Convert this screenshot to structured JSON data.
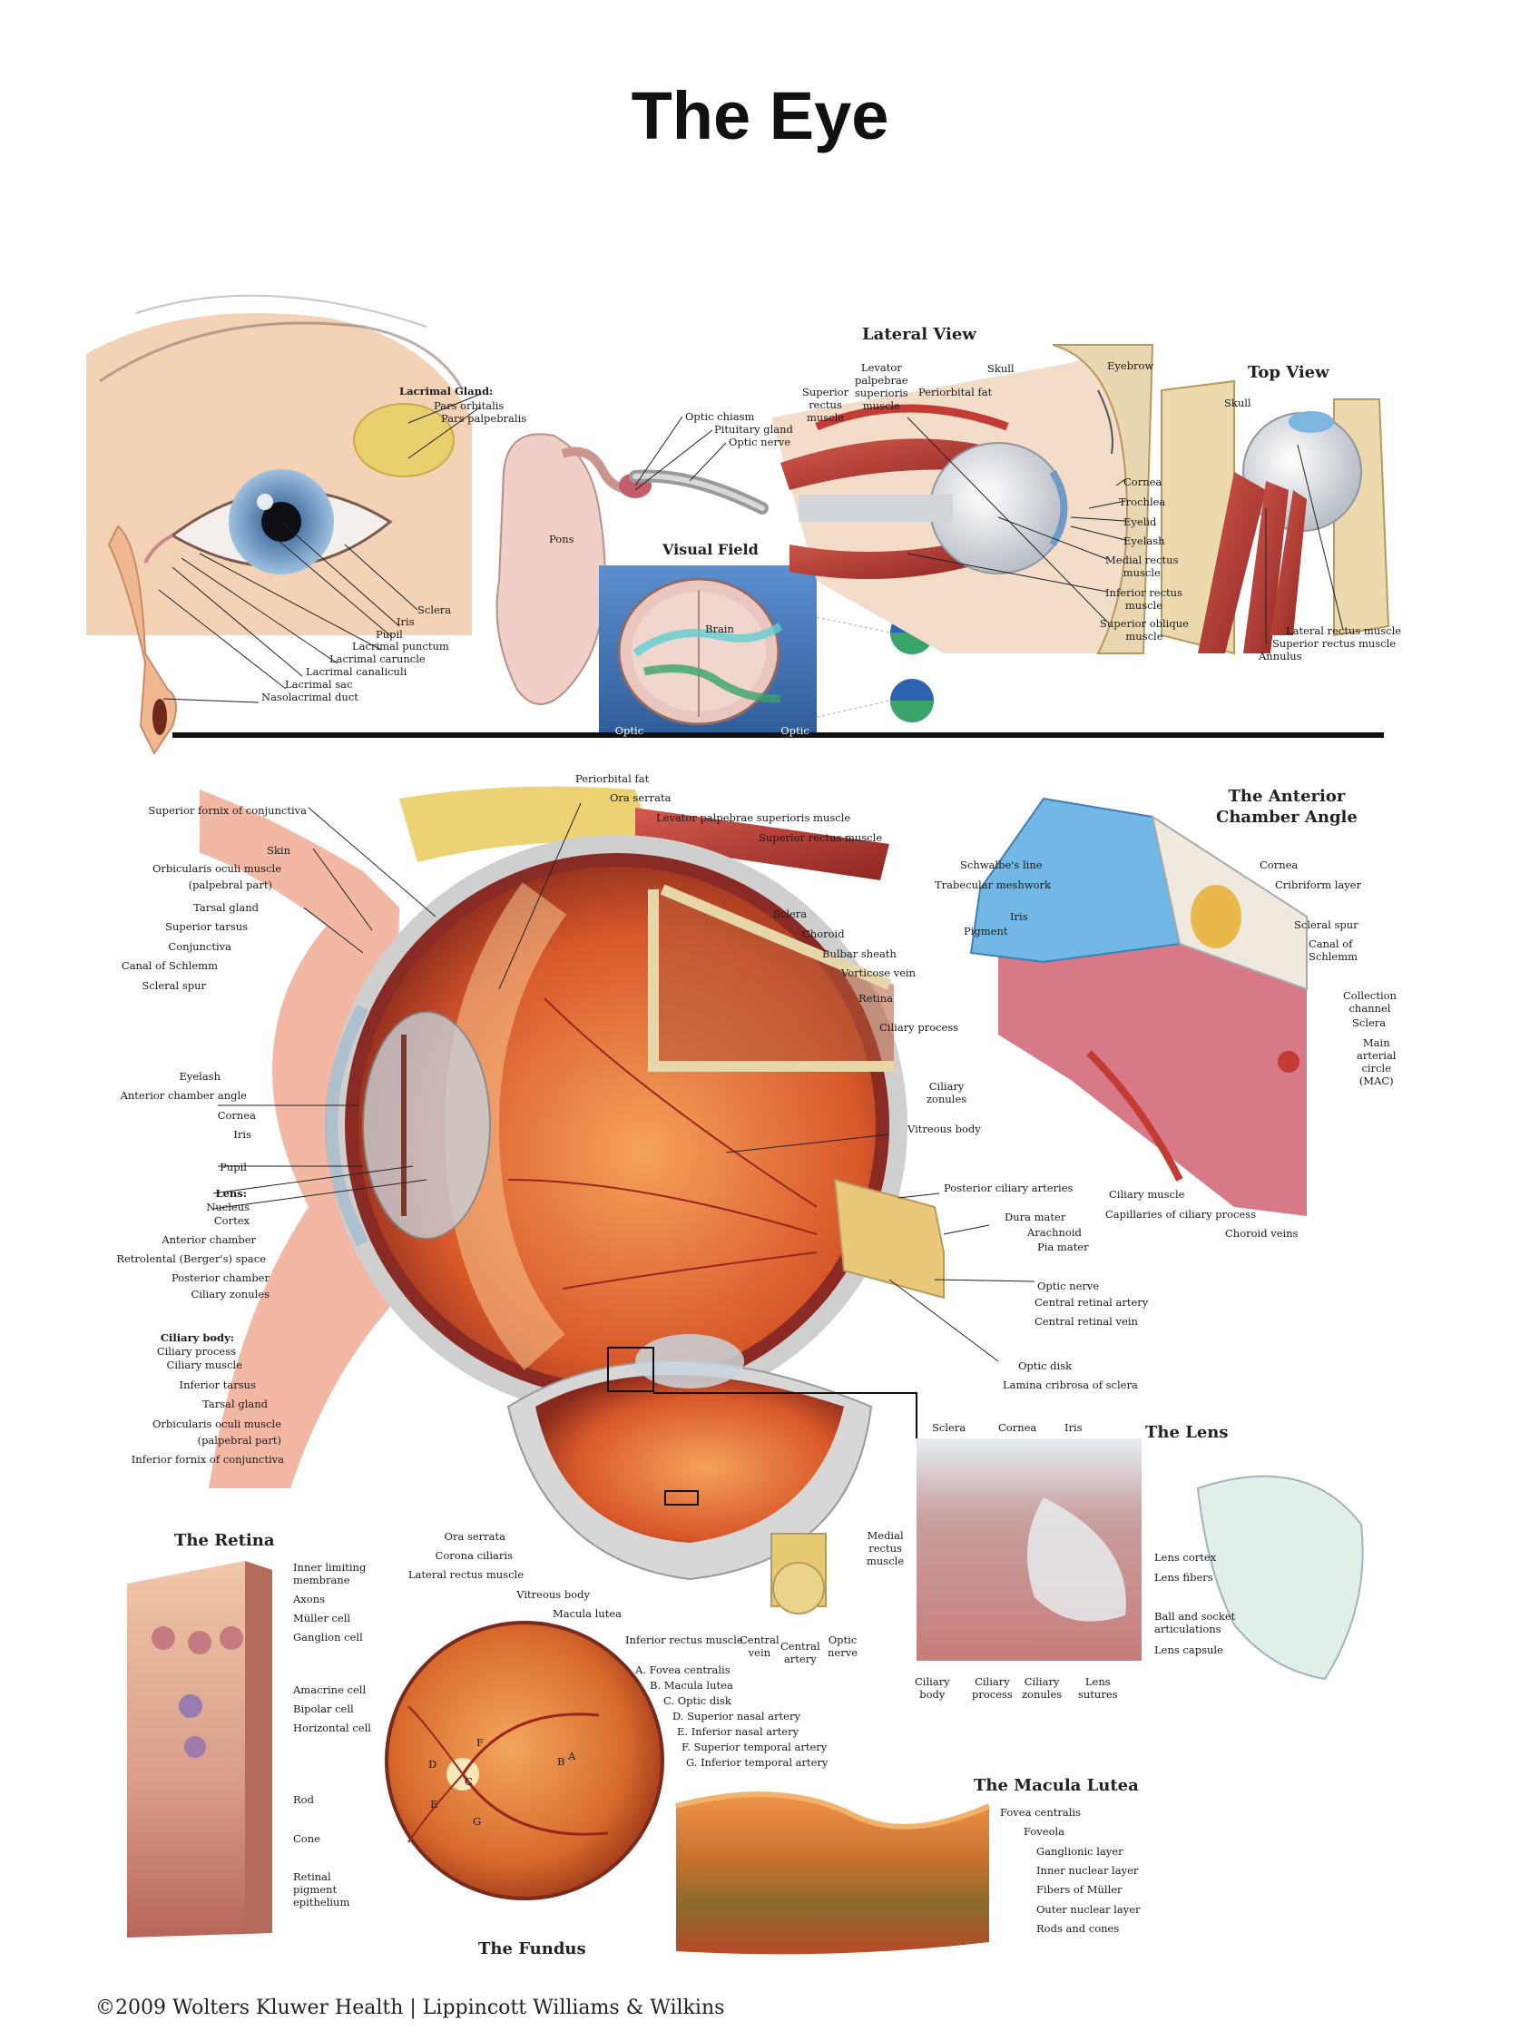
{
  "title": "The Eye",
  "sections": {
    "lateral_view": "Lateral View",
    "top_view": "Top View",
    "visual_field": "Visual Field",
    "anterior_chamber": "The Anterior\nChamber Angle",
    "lens": "The Lens",
    "retina": "The Retina",
    "fundus": "The Fundus",
    "macula": "The Macula Lutea"
  },
  "external": {
    "lacrimal_gland": "Lacrimal Gland:",
    "pars_orbitalis": "Pars orbitalis",
    "pars_palpebralis": "Pars palpebralis",
    "sclera": "Sclera",
    "iris": "Iris",
    "pupil": "Pupil",
    "lacrimal_punctum": "Lacrimal punctum",
    "lacrimal_caruncle": "Lacrimal caruncle",
    "lacrimal_canaliculi": "Lacrimal canaliculi",
    "lacrimal_sac": "Lacrimal sac",
    "nasolacrimal_duct": "Nasolacrimal duct"
  },
  "brain": {
    "optic_chiasm": "Optic chiasm",
    "pituitary_gland": "Pituitary gland",
    "optic_nerve": "Optic nerve",
    "pons": "Pons",
    "brain": "Brain",
    "optic_radiations": "Optic\nradiations",
    "optic_chiasma": "Optic\nchiasma"
  },
  "lateral": {
    "superior_rectus": "Superior\nrectus\nmuscle",
    "levator": "Levator\npalpebrae\nsuperioris\nmuscle",
    "periorbital_fat": "Periorbital fat",
    "skull": "Skull",
    "eyebrow": "Eyebrow",
    "cornea": "Cornea",
    "trochlea": "Trochlea",
    "eyelid": "Eyelid",
    "eyelash": "Eyelash",
    "medial_rectus": "Medial rectus\nmuscle",
    "inferior_rectus": "Inferior rectus\nmuscle",
    "superior_oblique": "Superior oblique\nmuscle"
  },
  "top": {
    "skull": "Skull",
    "lateral_rectus": "Lateral rectus muscle",
    "superior_rectus": "Superior rectus muscle",
    "annulus": "Annulus"
  },
  "section_left": [
    "Superior fornix of conjunctiva",
    "Skin",
    "Orbicularis oculi muscle",
    "(palpebral part)",
    "Tarsal gland",
    "Superior tarsus",
    "Conjunctiva",
    "Canal of Schlemm",
    "Scleral spur",
    "Eyelash",
    "Anterior chamber angle",
    "Cornea",
    "Iris",
    "Pupil",
    "Lens:",
    "Nucleus",
    "Cortex",
    "Anterior chamber",
    "Retrolental (Berger's) space",
    "Posterior chamber",
    "Ciliary zonules",
    "Ciliary body:",
    "Ciliary process",
    "Ciliary muscle",
    "Inferior tarsus",
    "Tarsal gland",
    "Orbicularis oculi muscle",
    "(palpebral part)",
    "Inferior fornix of conjunctiva"
  ],
  "section_top": {
    "periorbital_fat": "Periorbital fat",
    "ora_serrata": "Ora serrata",
    "levator": "Levator palpebrae superioris muscle",
    "superior_rectus": "Superior rectus muscle"
  },
  "section_right": [
    "Sclera",
    "Choroid",
    "Bulbar sheath",
    "Vorticose vein",
    "Retina",
    "Vitreous body",
    "Posterior ciliary arteries",
    "Dura mater",
    "Arachnoid",
    "Pia mater",
    "Optic nerve",
    "Central retinal artery",
    "Central retinal vein",
    "Optic disk",
    "Lamina cribrosa of sclera"
  ],
  "anterior_chamber_labels": {
    "schwalbe": "Schwalbe's line",
    "trabecular": "Trabecular meshwork",
    "iris": "Iris",
    "pigment": "Pigment",
    "cornea": "Cornea",
    "cribriform": "Cribriform layer",
    "scleral_spur": "Scleral spur",
    "canal": "Canal of\nSchlemm",
    "collection": "Collection\nchannel",
    "sclera": "Sclera",
    "main_arterial": "Main\narterial\ncircle\n(MAC)",
    "ciliary_process": "Ciliary process",
    "ciliary_zonules": "Ciliary\nzonules",
    "ciliary_muscle": "Ciliary muscle",
    "capillaries": "Capillaries of ciliary process",
    "choroid_veins": "Choroid veins"
  },
  "lower_eye": {
    "ora_serrata": "Ora serrata",
    "corona_ciliaris": "Corona ciliaris",
    "lateral_rectus": "Lateral rectus muscle",
    "vitreous_body": "Vitreous body",
    "macula_lutea": "Macula lutea",
    "inferior_rectus": "Inferior rectus muscle",
    "central_vein": "Central\nvein",
    "central_artery": "Central\nartery",
    "optic_nerve": "Optic\nnerve",
    "medial_rectus": "Medial\nrectus\nmuscle"
  },
  "lens_labels": {
    "sclera": "Sclera",
    "cornea": "Cornea",
    "iris": "Iris",
    "lens_cortex": "Lens cortex",
    "lens_fibers": "Lens fibers",
    "ball_socket": "Ball and socket\narticulations",
    "lens_capsule": "Lens capsule",
    "ciliary_body": "Ciliary\nbody",
    "ciliary_process": "Ciliary\nprocess",
    "ciliary_zonules": "Ciliary\nzonules",
    "lens_sutures": "Lens\nsutures"
  },
  "retina_labels": [
    "Inner limiting\nmembrane",
    "Axons",
    "Müller cell",
    "Ganglion cell",
    "Amacrine cell",
    "Bipolar cell",
    "Horizontal cell",
    "Rod",
    "Cone",
    "Retinal\npigment\nepithelium"
  ],
  "fundus_labels": [
    "A. Fovea centralis",
    "B. Macula lutea",
    "C. Optic disk",
    "D. Superior nasal artery",
    "E. Inferior nasal artery",
    "F. Superior temporal artery",
    "G. Inferior temporal artery"
  ],
  "fundus_letters": [
    "A",
    "B",
    "C",
    "D",
    "E",
    "F",
    "G"
  ],
  "macula_labels": [
    "Fovea centralis",
    "Foveola",
    "Ganglionic layer",
    "Inner nuclear layer",
    "Fibers of Müller",
    "Outer nuclear layer",
    "Rods and cones"
  ],
  "footer": "©2009 Wolters Kluwer Health  |  Lippincott Williams & Wilkins",
  "colors": {
    "skin": "#f1c9a8",
    "muscle": "#b33a34",
    "sclera": "#efefef",
    "retina": "#e87a3a",
    "fat": "#e8cf73",
    "visual_field_bg": "#3f74b5",
    "trabecular": "#6fb6e6"
  }
}
